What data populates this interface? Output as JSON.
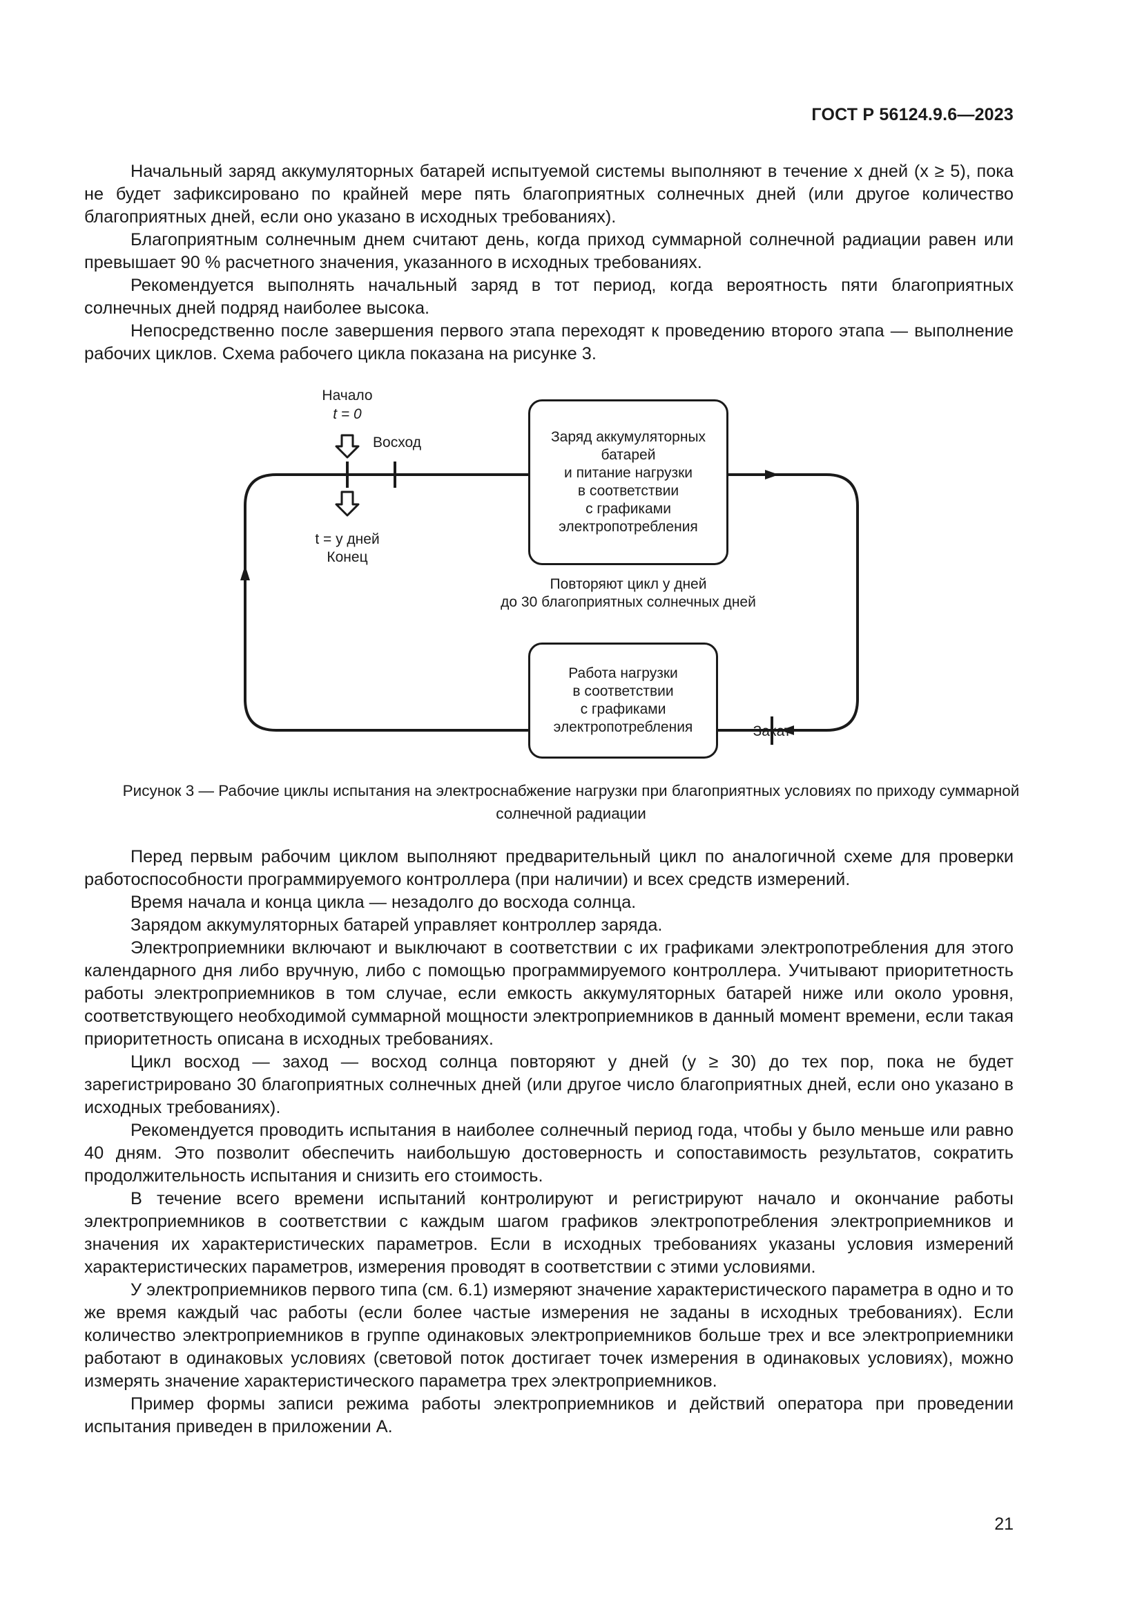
{
  "header": {
    "doc_id": "ГОСТ Р 56124.9.6—2023"
  },
  "top_paragraphs": [
    "Начальный заряд аккумуляторных батарей испытуемой системы выполняют в течение x дней (x ≥ 5), пока не будет зафиксировано по крайней мере пять благоприятных солнечных дней (или другое количество благоприятных дней, если оно указано в исходных требованиях).",
    "Благоприятным солнечным днем считают день, когда приход суммарной солнечной радиации равен или превышает 90 % расчетного значения, указанного в исходных требованиях.",
    "Рекомендуется выполнять начальный заряд в тот период, когда вероятность пяти благоприятных солнечных дней подряд наиболее высока.",
    "Непосредственно после завершения первого этапа переходят к проведению второго этапа — выполнение рабочих циклов. Схема рабочего цикла показана на рисунке 3."
  ],
  "figure": {
    "start_label_1": "Начало",
    "start_label_2": "t = 0",
    "sunrise_label": "Восход",
    "end_label_1": "t = y дней",
    "end_label_2": "Конец",
    "box_charge": "Заряд аккумуляторных\nбатарей\nи питание нагрузки\nв соответствии\nс графиками\nэлектропотребления",
    "repeat_label_1": "Повторяют цикл y дней",
    "repeat_label_2": "до 30 благоприятных солнечных дней",
    "box_load": "Работа нагрузки\nв соответствии\nс графиками\nэлектропотребления",
    "sunset_label": "Закат"
  },
  "caption": "Рисунок 3 — Рабочие циклы испытания на электроснабжение нагрузки при благоприятных условиях по приходу суммарной солнечной радиации",
  "bottom_paragraphs": [
    "Перед первым рабочим циклом выполняют предварительный цикл по аналогичной схеме для проверки работоспособности программируемого контроллера (при наличии) и всех средств измерений.",
    "Время начала и конца цикла — незадолго до восхода солнца.",
    "Зарядом аккумуляторных батарей управляет контроллер заряда.",
    "Электроприемники включают и выключают в соответствии с их графиками электропотребления для этого календарного дня либо вручную, либо с помощью программируемого контроллера. Учитывают приоритетность работы электроприемников в том случае, если емкость аккумуляторных батарей ниже или около уровня, соответствующего необходимой суммарной мощности электроприемников в данный момент времени, если такая приоритетность описана в исходных требованиях.",
    "Цикл восход — заход — восход солнца повторяют y дней (y ≥ 30) до тех пор, пока не будет зарегистрировано 30 благоприятных солнечных дней (или другое число благоприятных дней, если оно указано в исходных требованиях).",
    "Рекомендуется проводить испытания в наиболее солнечный период года, чтобы y было меньше или равно 40 дням. Это позволит обеспечить наибольшую достоверность и сопоставимость результатов, сократить продолжительность испытания и снизить его стоимость.",
    "В течение всего времени испытаний контролируют и регистрируют начало и окончание работы электроприемников в соответствии с каждым шагом графиков электропотребления электроприемников и значения их характеристических параметров. Если в исходных требованиях указаны условия измерений характеристических параметров, измерения проводят в соответствии с этими условиями.",
    "У электроприемников первого типа (см. 6.1) измеряют значение характеристического параметра в одно и то же время каждый час работы (если более частые измерения не заданы в исходных требованиях). Если количество электроприемников в группе одинаковых электроприемников больше трех и все электроприемники работают в одинаковых условиях (световой поток достигает точек измерения в одинаковых условиях), можно измерять значение характеристического параметра трех электроприемников.",
    "Пример формы записи режима работы электроприемников и действий оператора при проведении испытания приведен в приложении А."
  ],
  "page_number": "21"
}
